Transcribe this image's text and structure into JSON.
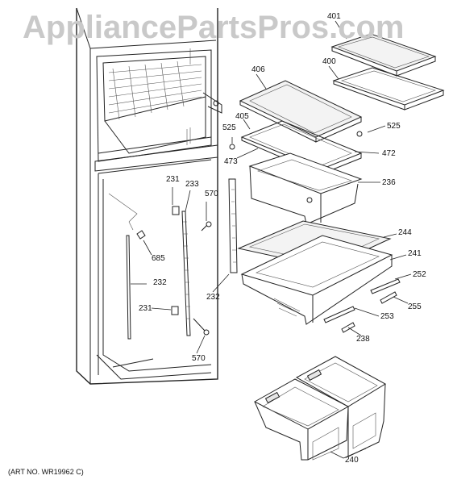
{
  "watermark": "AppliancePartsPros.com",
  "art_number": "(ART NO. WR19962 C)",
  "callouts": [
    {
      "id": "c401",
      "text": "401"
    },
    {
      "id": "c400",
      "text": "400"
    },
    {
      "id": "c406",
      "text": "406"
    },
    {
      "id": "c405",
      "text": "405"
    },
    {
      "id": "c525a",
      "text": "525"
    },
    {
      "id": "c525b",
      "text": "525"
    },
    {
      "id": "c472",
      "text": "472"
    },
    {
      "id": "c473",
      "text": "473"
    },
    {
      "id": "c236",
      "text": "236"
    },
    {
      "id": "c231a",
      "text": "231"
    },
    {
      "id": "c233",
      "text": "233"
    },
    {
      "id": "c570a",
      "text": "570"
    },
    {
      "id": "c244",
      "text": "244"
    },
    {
      "id": "c241",
      "text": "241"
    },
    {
      "id": "c685",
      "text": "685"
    },
    {
      "id": "c252",
      "text": "252"
    },
    {
      "id": "c232a",
      "text": "232"
    },
    {
      "id": "c232b",
      "text": "232"
    },
    {
      "id": "c255",
      "text": "255"
    },
    {
      "id": "c231b",
      "text": "231"
    },
    {
      "id": "c253",
      "text": "253"
    },
    {
      "id": "c238",
      "text": "238"
    },
    {
      "id": "c570b",
      "text": "570"
    },
    {
      "id": "c240",
      "text": "240"
    }
  ]
}
